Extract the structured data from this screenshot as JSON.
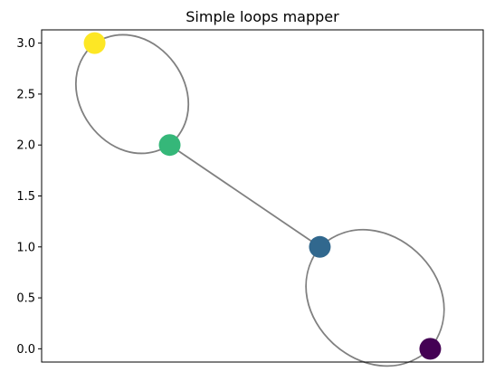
{
  "chart_data": {
    "type": "scatter",
    "title": "Simple loops mapper",
    "xlabel": "",
    "ylabel": "",
    "ylim": [
      -0.13,
      3.13
    ],
    "xlim": [
      0,
      1
    ],
    "yticks": [
      "0.0",
      "0.5",
      "1.0",
      "1.5",
      "2.0",
      "2.5",
      "3.0"
    ],
    "grid": false,
    "nodes": [
      {
        "id": "n0",
        "x": 0.88,
        "y": 0.0,
        "color": "#440154"
      },
      {
        "id": "n1",
        "x": 0.63,
        "y": 1.0,
        "color": "#31688e"
      },
      {
        "id": "n2",
        "x": 0.29,
        "y": 2.0,
        "color": "#35b779"
      },
      {
        "id": "n3",
        "x": 0.12,
        "y": 3.0,
        "color": "#fde725"
      }
    ],
    "edges": [
      {
        "from": "n0",
        "to": "n1",
        "kind": "loop-bulge"
      },
      {
        "from": "n1",
        "to": "n0",
        "kind": "loop-bulge"
      },
      {
        "from": "n1",
        "to": "n2",
        "kind": "straight"
      },
      {
        "from": "n2",
        "to": "n3",
        "kind": "loop-bulge"
      },
      {
        "from": "n3",
        "to": "n2",
        "kind": "loop-bulge"
      }
    ],
    "edge_color": "#808080"
  }
}
